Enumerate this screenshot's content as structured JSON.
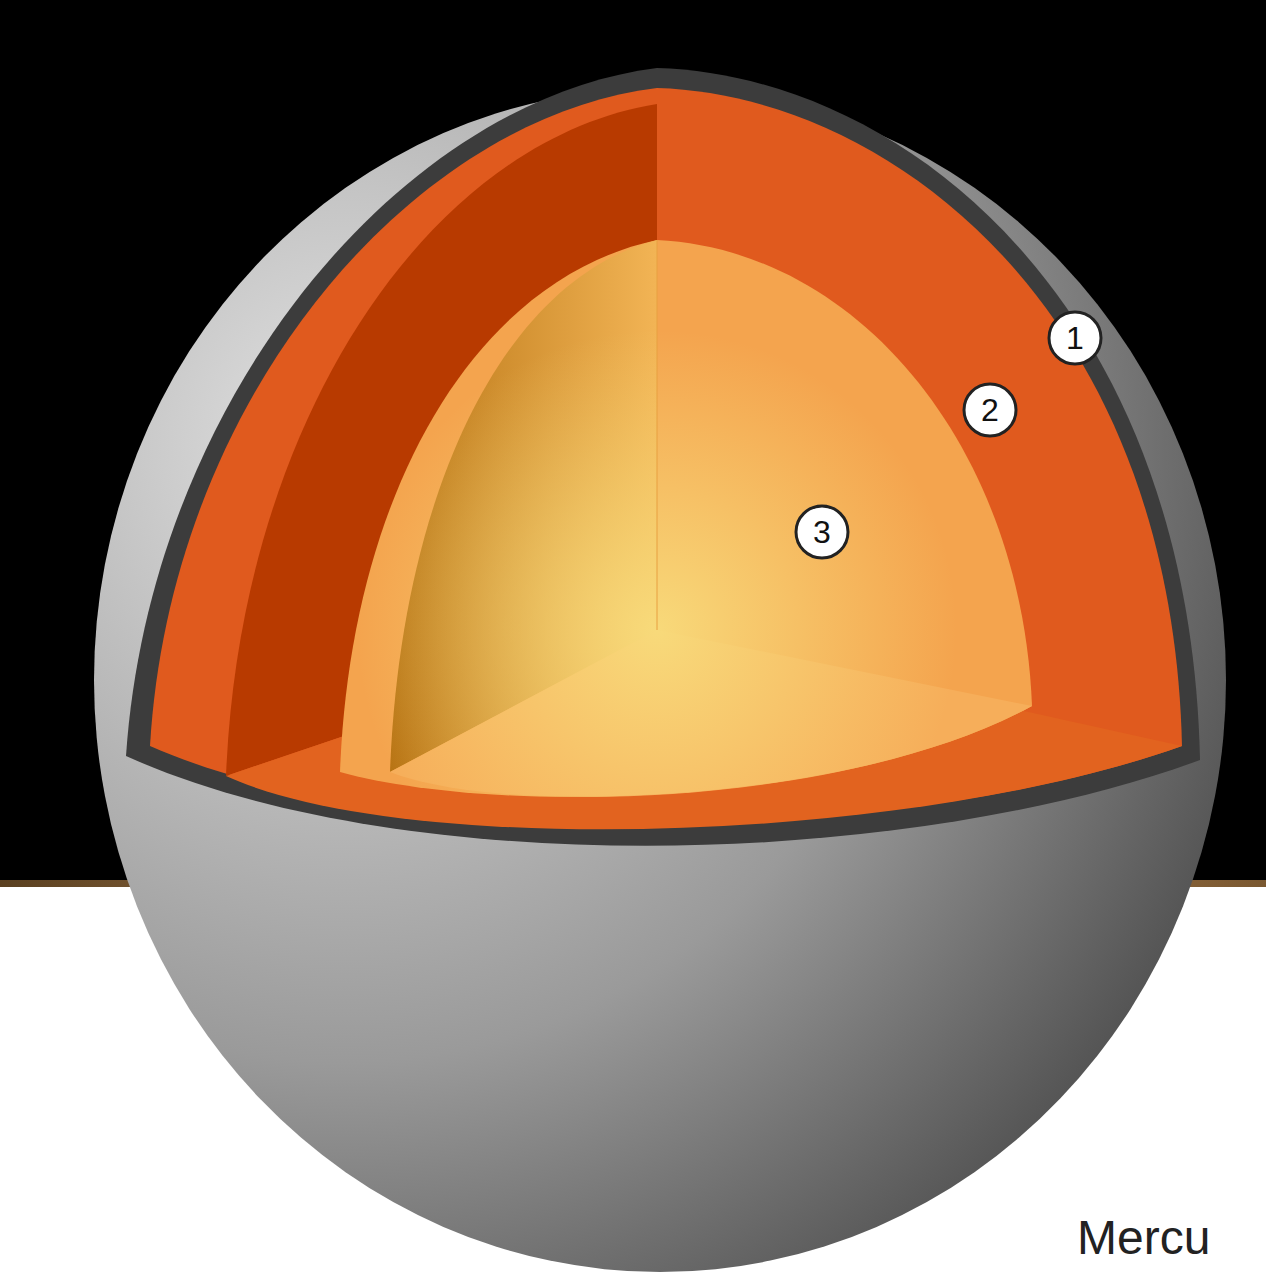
{
  "diagram": {
    "labels": [
      "1",
      "2",
      "3",
      "Mercu"
    ]
  }
}
